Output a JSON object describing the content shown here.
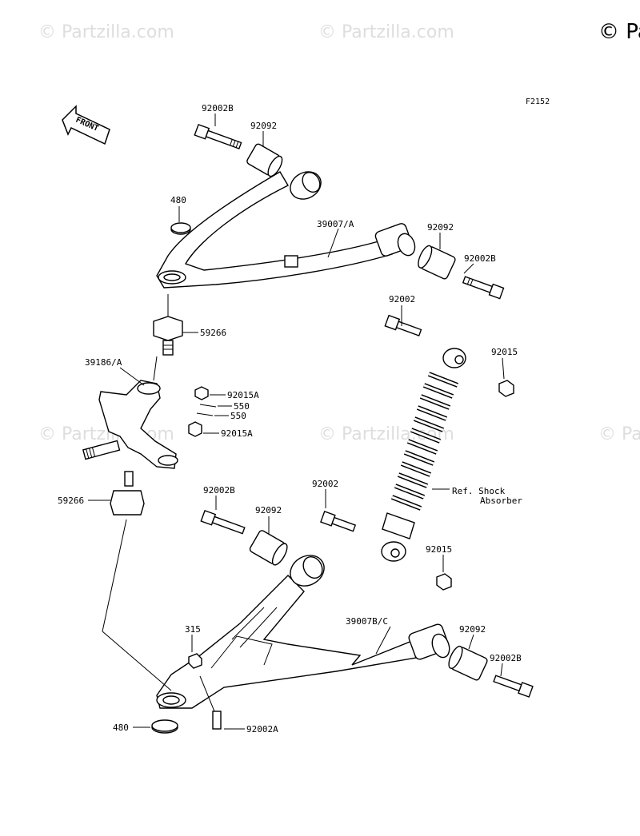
{
  "watermark": {
    "text": "© Partzilla.com",
    "copyright_corner": "© Pa"
  },
  "figure_code": "F2152",
  "front_arrow": "FRONT",
  "labels": {
    "upper_bolt_left": "92002B",
    "upper_bushing_left": "92092",
    "upper_ring": "480",
    "upper_arm": "39007/A",
    "upper_bushing_right": "92092",
    "upper_bolt_right": "92002B",
    "shock_bolt_top": "92002",
    "shock_nut_top": "92015",
    "upper_balljoint": "59266",
    "knuckle": "39186/A",
    "knuckle_nut_top": "92015A",
    "cotter_pin_1": "550",
    "cotter_pin_2": "550",
    "knuckle_nut_bottom": "92015A",
    "lower_balljoint": "59266",
    "lower_bolt_left": "92002B",
    "lower_bushing_left": "92092",
    "shock_bolt_bottom": "92002",
    "shock_ref_line1": "Ref. Shock",
    "shock_ref_line2": "Absorber",
    "shock_nut_bottom": "92015",
    "lower_nut": "315",
    "lower_arm": "39007B/C",
    "lower_bushing_right": "92092",
    "lower_bolt_right": "92002B",
    "lower_ring": "480",
    "lower_bolt_small": "92002A"
  }
}
